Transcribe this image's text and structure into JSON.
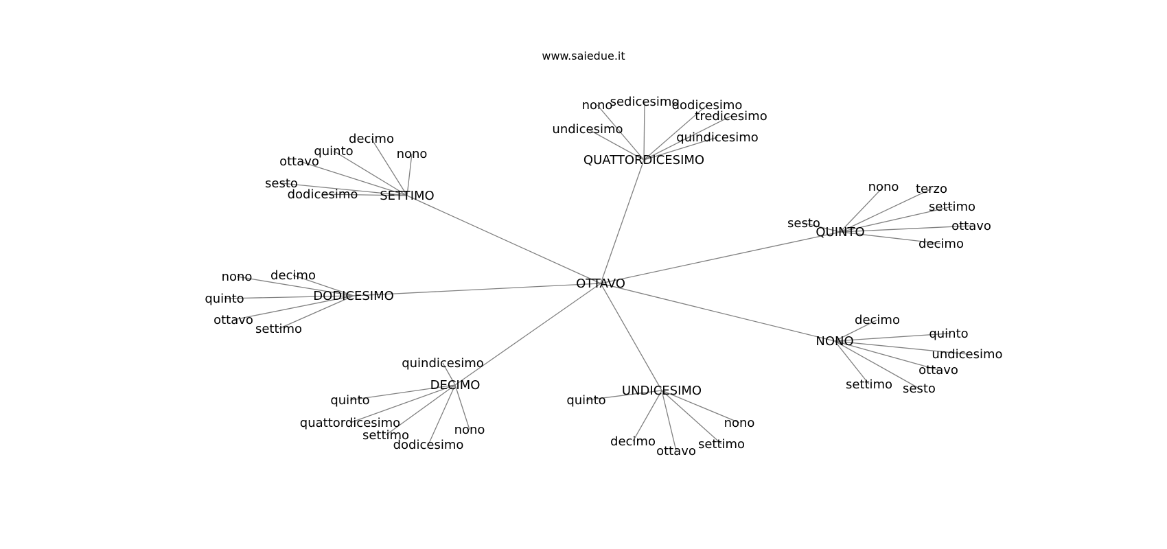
{
  "credit": "www.saiedue.it",
  "colors": {
    "edge": "#808080",
    "text": "#000000",
    "background": "#ffffff"
  },
  "graph": {
    "root": "OTTAVO",
    "hubs": [
      {
        "id": "quattordicesimo",
        "label": "QUATTORDICESIMO",
        "leaves": [
          "nono",
          "sedicesimo",
          "dodicesimo",
          "tredicesimo",
          "undicesimo",
          "quindicesimo"
        ]
      },
      {
        "id": "settimo",
        "label": "SETTIMO",
        "leaves": [
          "decimo",
          "quinto",
          "nono",
          "ottavo",
          "sesto",
          "dodicesimo"
        ]
      },
      {
        "id": "quinto",
        "label": "QUINTO",
        "leaves": [
          "nono",
          "terzo",
          "settimo",
          "sesto",
          "ottavo",
          "decimo"
        ]
      },
      {
        "id": "dodicesimo",
        "label": "DODICESIMO",
        "leaves": [
          "nono",
          "decimo",
          "quinto",
          "ottavo",
          "settimo"
        ]
      },
      {
        "id": "nono",
        "label": "NONO",
        "leaves": [
          "decimo",
          "quinto",
          "undicesimo",
          "ottavo",
          "settimo",
          "sesto"
        ]
      },
      {
        "id": "decimo",
        "label": "DECIMO",
        "leaves": [
          "quindicesimo",
          "quinto",
          "quattordicesimo",
          "settimo",
          "nono",
          "dodicesimo"
        ]
      },
      {
        "id": "undicesimo",
        "label": "UNDICESIMO",
        "leaves": [
          "quinto",
          "nono",
          "decimo",
          "settimo",
          "ottavo"
        ]
      }
    ]
  }
}
